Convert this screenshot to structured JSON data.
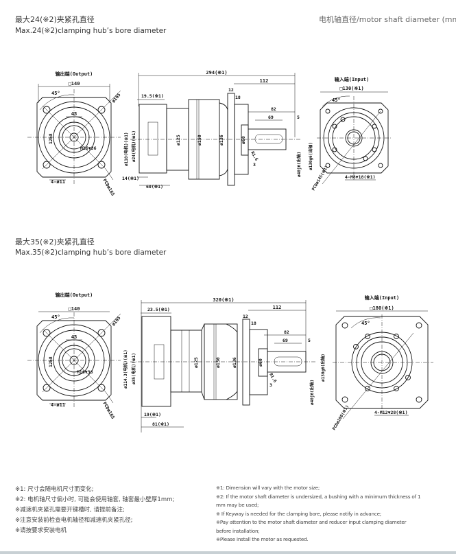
{
  "top_right_label": "电机轴直径/motor shaft diameter (mm)",
  "sections": [
    {
      "title_cn": "最大24(※2)夹紧孔直径",
      "title_en": "Max.24(※2)clamping hub’s bore diameter",
      "output_label": "输出端(Output)",
      "input_label": "输入端(Input)",
      "out_square": "□140",
      "out_angle": "45°",
      "out_pcd_dia": "ø165",
      "out_43": "43",
      "out_key": "12h8",
      "out_thread": "M16▼36",
      "out_holes": "4-ø11",
      "out_pcd": "PCDø165",
      "len_total": "294(※1)",
      "len_112": "112",
      "len_12": "12",
      "len_18": "18",
      "len_hub": "19.5(※1)",
      "len_14": "14(※1)",
      "len_60": "60(※1)",
      "len_82": "82",
      "len_69": "69",
      "len_5": "5",
      "len_3": "3",
      "r_fillet": "R1.6",
      "d_motor_flange": "ø110(电机)(※1)",
      "d_clamp": "ø24(电机)(※1)",
      "d_125": "ø125",
      "d_150": "ø150",
      "d_136": "ø136",
      "d_60": "ø60",
      "d_shaft": "ø40j6(出轴)",
      "d_spigot": "ø130g6(出轴)",
      "in_square": "□130(※1)",
      "in_angle": "45°",
      "in_thread": "4-M8▼18(※1)",
      "in_pcd": "PCDø145(※1)"
    },
    {
      "title_cn": "最大35(※2)夹紧孔直径",
      "title_en": "Max.35(※2)clamping hub’s bore diameter",
      "output_label": "输出端(Output)",
      "input_label": "输入端(Input)",
      "out_square": "□140",
      "out_angle": "45°",
      "out_pcd_dia": "ø165",
      "out_43": "43",
      "out_key": "12h8",
      "out_thread": "M16▼36",
      "out_holes": "4-ø11",
      "out_pcd": "PCDø165",
      "len_total": "320(※1)",
      "len_112": "112",
      "len_12": "12",
      "len_18": "18",
      "len_hub": "23.5(※1)",
      "len_14": "19(※1)",
      "len_60": "81(※1)",
      "len_82": "82",
      "len_69": "69",
      "len_5": "5",
      "len_3": "3",
      "r_fillet": "R1.6",
      "d_motor_flange": "ø114.3(电机)(※1)",
      "d_clamp": "ø35(电机)(※1)",
      "d_125": "ø125",
      "d_150": "ø150",
      "d_136": "ø136",
      "d_60": "ø60",
      "d_shaft": "ø40j6(出轴)",
      "d_spigot": "ø130g6(出轴)",
      "in_square": "□180(※1)",
      "in_angle": "45°",
      "in_thread": "4-M12▼28(※1)",
      "in_pcd": "PCDø200(※1)"
    }
  ],
  "notes_cn": [
    "※1: 尺寸会随电机尺寸而变化;",
    "※2: 电机轴尺寸偏小时, 可能会使用轴套, 轴套最小壁厚1mm;",
    "※减速机夹紧孔需要开键槽时, 请提前备注;",
    "※注意安装前检查电机轴径和减速机夹紧孔径;",
    "※请按要求安装电机"
  ],
  "notes_en": [
    "※1: Dimension will vary with the motor size;",
    "※2: If the motor shaft diameter is undersized, a bushing with a minimum thickness of 1 mm may be used;",
    "※ If Keyway is needed for the clamping bore, please notify in advance;",
    "※Pay attention to the motor shaft diameter and reducer input clamping diameter before installation;",
    "※Please install the motor as requested."
  ]
}
